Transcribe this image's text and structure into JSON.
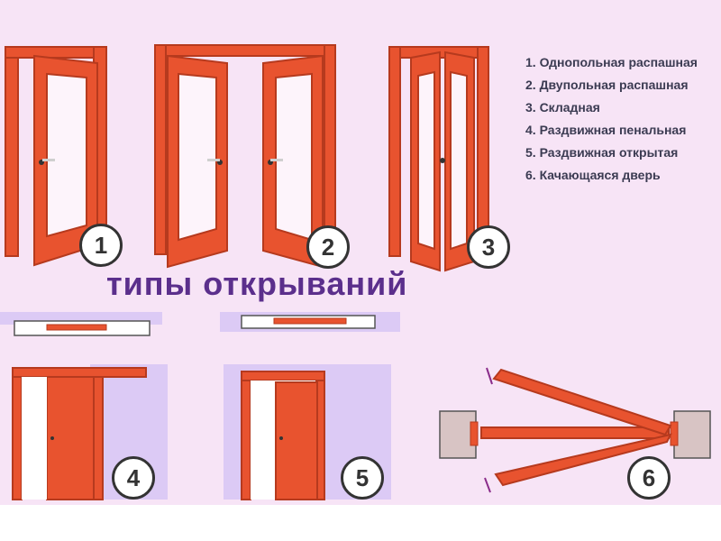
{
  "title": "типы открываний",
  "legend": [
    "1. Однопольная распашная",
    "2. Двупольная распашная",
    "3. Складная",
    "4. Раздвижная пенальная",
    "5. Раздвижная открытая",
    "6. Качающаяся дверь"
  ],
  "badges": [
    "1",
    "2",
    "3",
    "4",
    "5",
    "6"
  ],
  "colors": {
    "background": "#f7e4f6",
    "door": "#e8532f",
    "door_edge": "#b63a1e",
    "glass": "#fdf4fb",
    "wall_shadow": "#dccaf5",
    "title": "#5b2f8c",
    "text": "#3b3b52"
  },
  "icons": [
    "door-icon",
    "sliding-door-icon",
    "swing-door-icon"
  ]
}
